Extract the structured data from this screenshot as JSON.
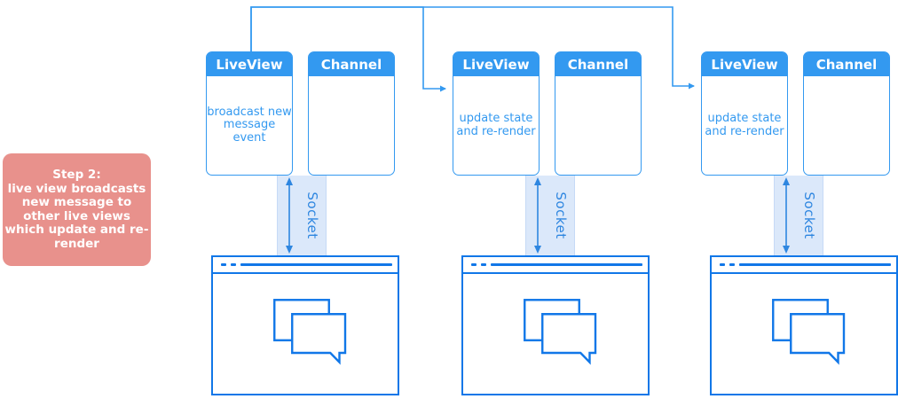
{
  "note": {
    "text": "Step 2:\nlive view broadcasts\nnew message to\nother live views\nwhich update and re-\nrender"
  },
  "groups": [
    {
      "liveview_title": "LiveView",
      "liveview_note": "broadcast new\nmessage event",
      "channel_title": "Channel",
      "socket_label": "Socket"
    },
    {
      "liveview_title": "LiveView",
      "liveview_note": "update state\nand re-render",
      "channel_title": "Channel",
      "socket_label": "Socket"
    },
    {
      "liveview_title": "LiveView",
      "liveview_note": "update state\nand re-render",
      "channel_title": "Channel",
      "socket_label": "Socket"
    }
  ],
  "colors": {
    "box_blue": "#3399F0",
    "dark_blue": "#1177E8",
    "socket_band": "#DBE8FA",
    "socket_text": "#2E86E0",
    "note_pink": "#E8918C",
    "white": "#FFFFFF"
  }
}
